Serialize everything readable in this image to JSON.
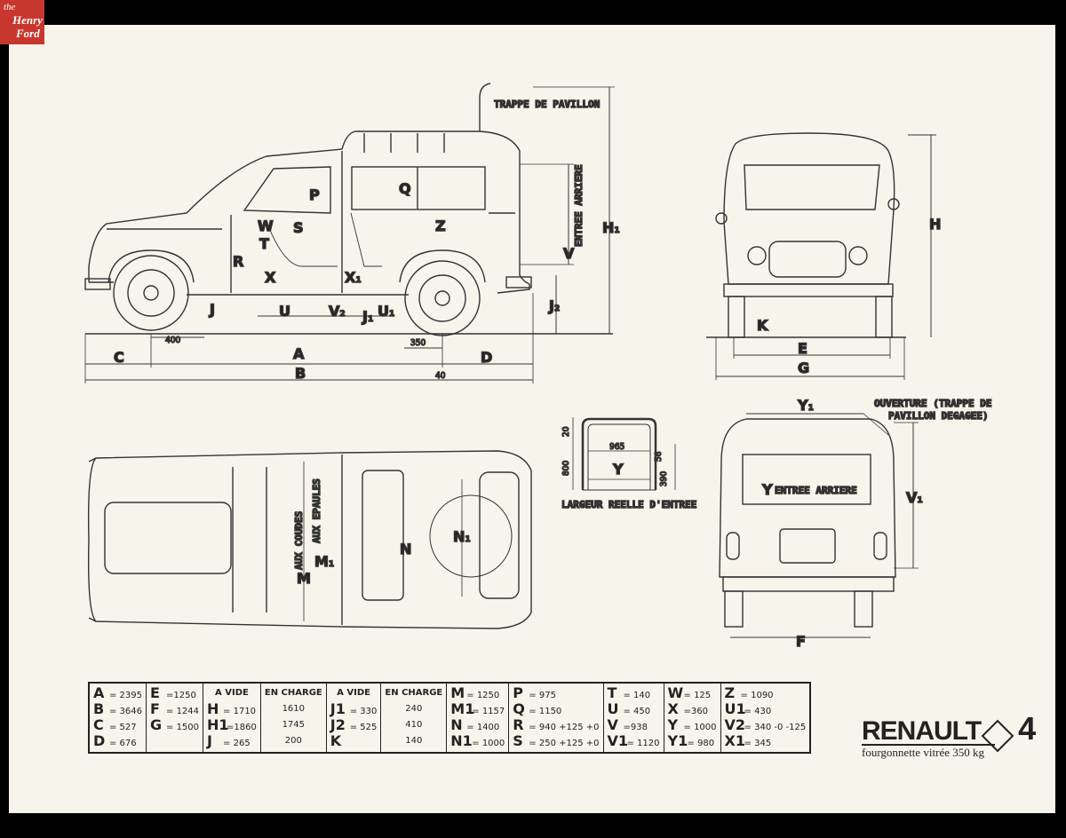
{
  "badge": {
    "line1": "the",
    "line2": "Henry",
    "line3": "Ford"
  },
  "side_view": {
    "roof_hatch": "TRAPPE DE PAVILLON",
    "rear_entry": "ENTREE ARRIERE",
    "letters": [
      "P",
      "Q",
      "W",
      "S",
      "Z",
      "T",
      "R",
      "X",
      "X1",
      "V",
      "J",
      "U",
      "V2",
      "U1",
      "J1",
      "J2",
      "H1"
    ],
    "dims": [
      "400",
      "350",
      "40"
    ],
    "bottom": {
      "C": "C",
      "A": "A",
      "D": "D",
      "B": "B"
    }
  },
  "front_view": {
    "H": "H",
    "K": "K",
    "E": "E",
    "G": "G"
  },
  "section": {
    "dims": [
      "20",
      "965",
      "800",
      "56",
      "390"
    ],
    "Y": "Y",
    "caption": "LARGEUR REELLE D'ENTREE"
  },
  "rear_view": {
    "Y1": "Y1",
    "opening": "OUVERTURE (TRAPPE DE",
    "opening2": "PAVILLON DEGAGEE)",
    "entry": "ENTREE ARRIERE",
    "V1": "V1",
    "F": "F"
  },
  "top_view": {
    "coudes": "AUX COUDES",
    "epaules": "AUX EPAULES",
    "M1": "M1",
    "M": "M",
    "N": "N",
    "N1": "N1"
  },
  "legend": {
    "col1": [
      [
        "A",
        "= 2395"
      ],
      [
        "B",
        "= 3646"
      ],
      [
        "C",
        "= 527"
      ],
      [
        "D",
        "= 676"
      ]
    ],
    "col2": [
      [
        "E",
        "=1250"
      ],
      [
        "F",
        "= 1244"
      ],
      [
        "G",
        "= 1500"
      ],
      [
        "",
        ""
      ]
    ],
    "col3_header": "A VIDE",
    "col3": [
      [
        "H",
        "= 1710"
      ],
      [
        "H1",
        "=1860"
      ],
      [
        "J",
        "= 265"
      ]
    ],
    "col4_header": "EN CHARGE",
    "col4": [
      "1610",
      "1745",
      "200"
    ],
    "col5_header": "A VIDE",
    "col5": [
      [
        "J1",
        "= 330"
      ],
      [
        "J2",
        "= 525"
      ],
      [
        "K",
        ""
      ]
    ],
    "col6_header": "EN CHARGE",
    "col6": [
      "240",
      "410",
      "140"
    ],
    "col7": [
      [
        "M",
        "= 1250"
      ],
      [
        "M1",
        "= 1157"
      ],
      [
        "N",
        "= 1400"
      ],
      [
        "N1",
        "= 1000"
      ]
    ],
    "col8": [
      [
        "P",
        "= 975"
      ],
      [
        "Q",
        "= 1150"
      ],
      [
        "R",
        "= 940 +125 +0"
      ],
      [
        "S",
        "= 250 +125 +0"
      ]
    ],
    "col9": [
      [
        "T",
        "= 140"
      ],
      [
        "U",
        "= 450"
      ],
      [
        "V",
        "=938"
      ],
      [
        "V1",
        "= 1120"
      ]
    ],
    "col10": [
      [
        "W",
        "= 125"
      ],
      [
        "X",
        "=360"
      ],
      [
        "Y",
        "= 1000"
      ],
      [
        "Y1",
        "= 980"
      ]
    ],
    "col11": [
      [
        "Z",
        "= 1090"
      ],
      [
        "U1",
        "= 430"
      ],
      [
        "V2",
        "= 340 -0 -125"
      ],
      [
        "X1",
        "= 345"
      ]
    ]
  },
  "brand": {
    "name": "RENAULT",
    "model": "4",
    "subtitle": "fourgonnette vitrée 350 kg"
  }
}
